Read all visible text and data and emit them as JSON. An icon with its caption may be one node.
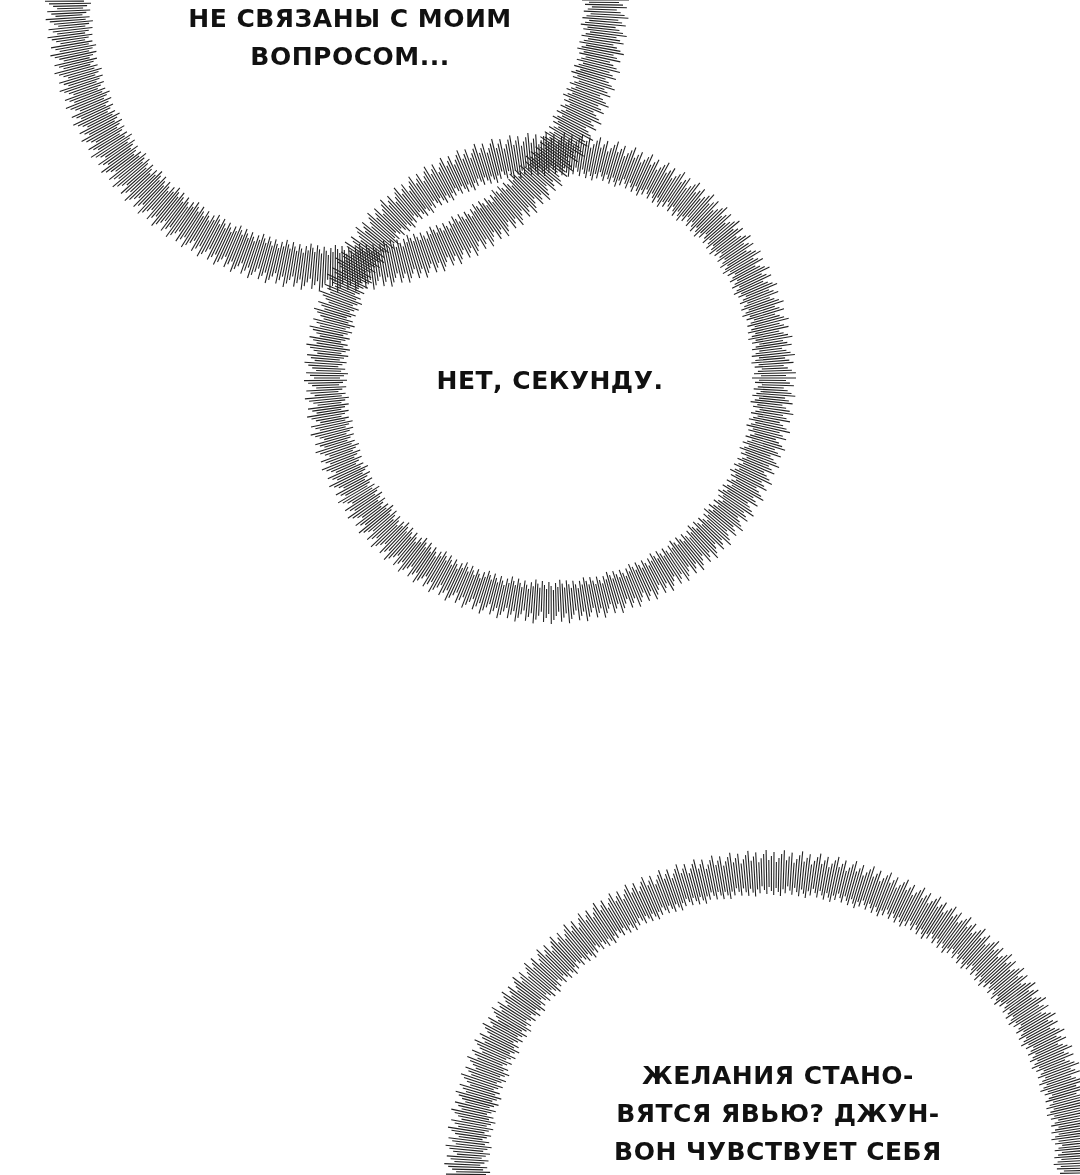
{
  "diagram": {
    "nodes": [
      {
        "text": [
          "НЕ СВЯЗАНЫ С МОИМ ВОПРОСОМ..."
        ]
      },
      {
        "text": [
          "НЕТ, СЕКУНДУ."
        ]
      },
      {
        "text": [
          "ЖЕЛАНИЯ СТАНО- ВЯТСЯ ЯВЬЮ? ДЖУН- ВОН ЧУВСТВУЕТ СЕБЯ"
        ]
      }
    ]
  }
}
